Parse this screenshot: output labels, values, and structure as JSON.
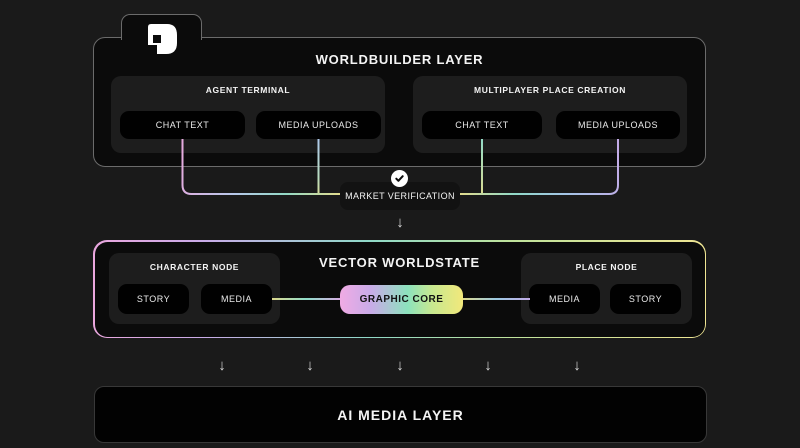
{
  "worldbuilder": {
    "title": "WORLDBUILDER LAYER",
    "agent_terminal": {
      "title": "AGENT TERMINAL",
      "chat_text": "CHAT TEXT",
      "media_uploads": "MEDIA UPLOADS"
    },
    "multiplayer": {
      "title": "MULTIPLAYER PLACE CREATION",
      "chat_text": "CHAT TEXT",
      "media_uploads": "MEDIA UPLOADS"
    }
  },
  "market_verification": {
    "label": "MARKET VERIFICATION"
  },
  "vector_worldstate": {
    "title": "VECTOR WORLDSTATE",
    "character_node": {
      "title": "CHARACTER NODE",
      "story": "STORY",
      "media": "MEDIA"
    },
    "graphic_core": {
      "label": "GRAPHIC CORE"
    },
    "place_node": {
      "title": "PLACE NODE",
      "media": "MEDIA",
      "story": "STORY"
    }
  },
  "ai_media_layer": {
    "title": "AI MEDIA LAYER"
  },
  "flow": {
    "down_arrow": "↓"
  },
  "colors": {
    "background": "#1a1a1a",
    "box_fill": "#0b0b0b",
    "panel_fill": "#1d1d1d",
    "box_border": "#6b6b6b",
    "accent_pink": "#e6aade",
    "accent_blue": "#aec9ec",
    "accent_teal": "#90d9c8",
    "accent_purple": "#c3abe8",
    "accent_yellow": "#e3dc8e"
  }
}
